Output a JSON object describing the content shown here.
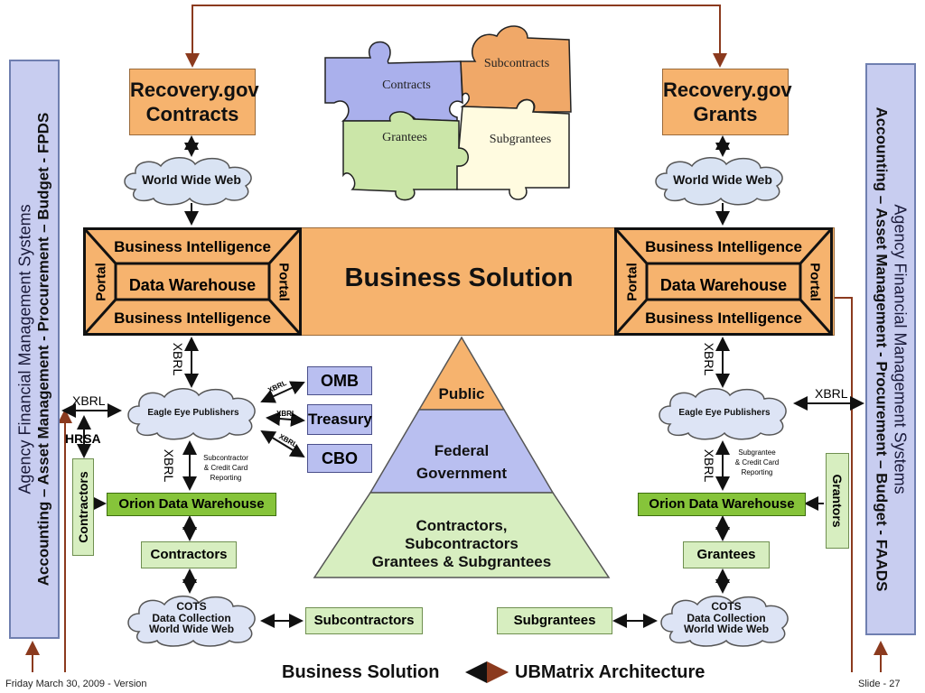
{
  "left_sidebar": {
    "line1": "Agency Financial Management Systems",
    "line2": "Accounting – Asset Management - Procurement – Budget - FPDS"
  },
  "right_sidebar": {
    "line1": "Agency Financial Management Systems",
    "line2": "Accounting – Asset Management - Procurement – Budget - FAADS"
  },
  "recovery_contracts": {
    "line1": "Recovery.gov",
    "line2": "Contracts"
  },
  "recovery_grants": {
    "line1": "Recovery.gov",
    "line2": "Grants"
  },
  "www": "World Wide Web",
  "puzzle": {
    "contracts": "Contracts",
    "subcontracts": "Subcontracts",
    "grantees": "Grantees",
    "subgrantees": "Subgrantees"
  },
  "portal_box": {
    "bi_top": "Business Intelligence",
    "dw": "Data Warehouse",
    "bi_bottom": "Business Intelligence",
    "portal": "Portal"
  },
  "business_solution": "Business Solution",
  "xbrl": "XBRL",
  "hrsa": "HRSA",
  "eagle_eye": "Eagle Eye Publishers",
  "omb": "OMB",
  "treasury": "Treasury",
  "cbo": "CBO",
  "subcontractor_reporting": {
    "line1": "Subcontractor",
    "line2": "& Credit Card",
    "line3": "Reporting"
  },
  "subgrantee_reporting": {
    "line1": "Subgrantee",
    "line2": "& Credit Card",
    "line3": "Reporting"
  },
  "orion": "Orion Data Warehouse",
  "contractors_vertical": "Contractors",
  "grantors_vertical": "Grantors",
  "contractors": "Contractors",
  "grantees": "Grantees",
  "cots": {
    "line1": "COTS",
    "line2": "Data Collection",
    "line3": "World Wide Web"
  },
  "subcontractors": "Subcontractors",
  "subgrantees": "Subgrantees",
  "pyramid": {
    "top": "Public",
    "middle_1": "Federal",
    "middle_2": "Government",
    "bottom_1": "Contractors,",
    "bottom_2": "Subcontractors",
    "bottom_3": "Grantees & Subgrantees"
  },
  "footer": {
    "caption_left": "Business Solution",
    "caption_right": "UBMatrix Architecture",
    "date": "Friday March 30, 2009 - Version",
    "slide": "Slide - 27"
  },
  "colors": {
    "orange": "#f6b36e",
    "lavender": "#b9bff0",
    "green": "#86c43a",
    "light_green": "#d7eec0",
    "arrow_brown": "#8b3a1e"
  }
}
